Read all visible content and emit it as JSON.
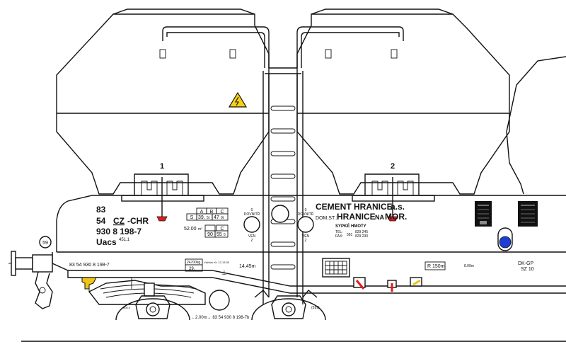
{
  "wagon": {
    "hopper_labels": [
      "1",
      "2"
    ],
    "code_block": {
      "line1": "83",
      "line2_a": "54",
      "line2_b": "CZ",
      "line2_c": "-CHR",
      "line3": "930 8 198-7",
      "line4": "Uacs",
      "line4_sup": "451.1"
    },
    "load_table": {
      "h1": "A",
      "h2": "B",
      "h3": "C",
      "r1c0": "S",
      "r1c1": "39.",
      "r1c1u": "5t",
      "r1c2": "47",
      "r1c2u": "0t",
      "r2c1": "90",
      "r2c2": "55",
      "r2c2u": "5",
      "area": "52.00",
      "area_unit": "m³"
    },
    "valves": [
      {
        "top1": "0",
        "top2": "DOVNITŘ",
        "bot1": "VEN",
        "bot2": "Z"
      },
      {
        "top1": "0",
        "top2": "DOVNITŘ",
        "bot1": "VEN",
        "bot2": "Z"
      }
    ],
    "owner": {
      "name_a": "CEMENT HRANICE",
      "name_b": "a.s.",
      "home_label": "DOM.ST.:",
      "home_value": "HRANICE",
      "home_na": "NA",
      "home_mor": "MOR.",
      "cargo": "SYPKÉ HMOTY",
      "tel_label": "TEL:",
      "fax_label": "FAX:",
      "prefix": "581",
      "tel": "829 245",
      "fax": "829 230"
    },
    "frame": {
      "number": "83 54 930 8 198-7",
      "weight_top": "24700kg",
      "weight_bot": "29.",
      "revision": "Vážkou Kr. 12.13.00",
      "length": "14,45m",
      "radius": "R 150m",
      "dist": "8.00m",
      "dkgp": "DK-GP",
      "sz": "SZ 10",
      "bogie_left": "800.0",
      "bogie_right": "(599)",
      "bogie_number": "←2.00m→ 83 54 930 8 198-7b",
      "circle_badge": "59"
    }
  }
}
